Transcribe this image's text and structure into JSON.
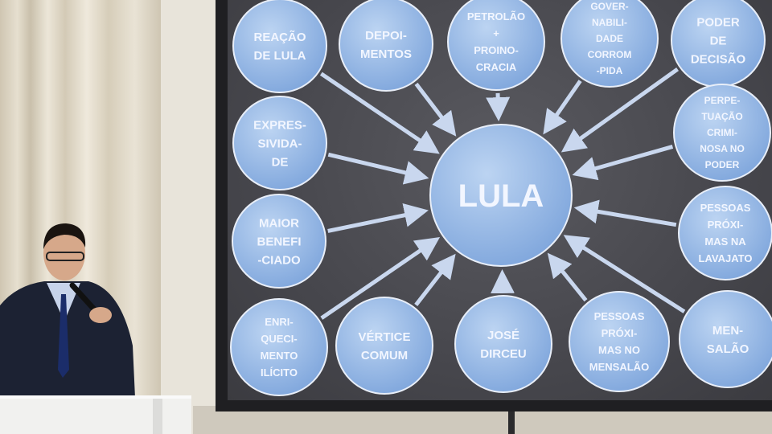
{
  "slide": {
    "center_label": "LULA",
    "nodes": [
      {
        "id": "reacao",
        "lines": [
          "REAÇÃO",
          "DE LULA"
        ]
      },
      {
        "id": "depoimentos",
        "lines": [
          "DEPOI-",
          "MENTOS"
        ]
      },
      {
        "id": "petrolao",
        "lines": [
          "PETROLÃO",
          "+",
          "PROINO-",
          "CRACIA"
        ]
      },
      {
        "id": "governabilidade",
        "lines": [
          "GOVER-",
          "NABILI-",
          "DADE",
          "CORROM",
          "-PIDA"
        ]
      },
      {
        "id": "poder",
        "lines": [
          "PODER",
          "DE",
          "DECISÃO"
        ]
      },
      {
        "id": "expressividade",
        "lines": [
          "EXPRES-",
          "SIVIDA-",
          "DE"
        ]
      },
      {
        "id": "perpetuacao",
        "lines": [
          "PERPE-",
          "TUAÇÃO",
          "CRIMI-",
          "NOSA NO",
          "PODER"
        ]
      },
      {
        "id": "maior",
        "lines": [
          "MAIOR",
          "BENEFI",
          "-CIADO"
        ]
      },
      {
        "id": "lavajato",
        "lines": [
          "PESSOAS",
          "PRÓXI-",
          "MAS NA",
          "LAVAJATO"
        ]
      },
      {
        "id": "enriquecimento",
        "lines": [
          "ENRI-",
          "QUECI-",
          "MENTO",
          "ILÍCITO"
        ]
      },
      {
        "id": "vertice",
        "lines": [
          "VÉRTICE",
          "COMUM"
        ]
      },
      {
        "id": "jose",
        "lines": [
          "JOSÉ",
          "DIRCEU"
        ]
      },
      {
        "id": "mensalao-pessoas",
        "lines": [
          "PESSOAS",
          "PRÓXI-",
          "MAS NO",
          "MENSALÃO"
        ]
      },
      {
        "id": "mensalao",
        "lines": [
          "MEN-",
          "SALÃO"
        ]
      }
    ]
  },
  "colors": {
    "node_fill": "#8fb4e6",
    "node_light": "#bcd4f2",
    "screen": "#47474d",
    "arrow": "#c9d7ee"
  }
}
